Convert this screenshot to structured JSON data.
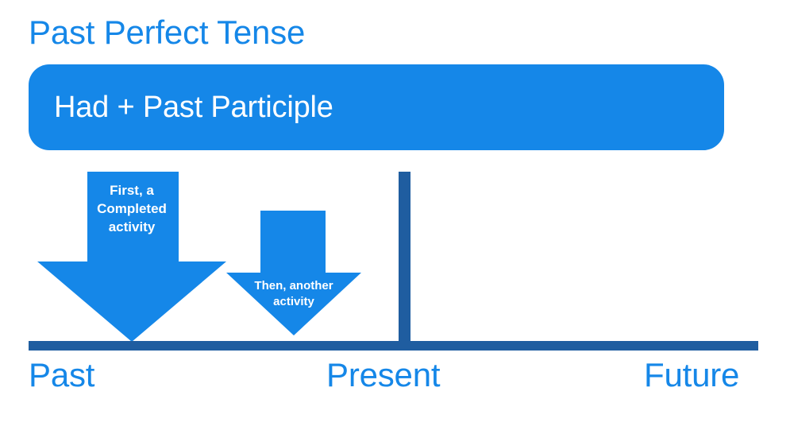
{
  "slide": {
    "title": "Past Perfect Tense",
    "formula": "Had + Past Participle",
    "background_color": "#FFFFFF",
    "accent_color": "#1587E8",
    "timeline_color": "#1F5DA0"
  },
  "arrows": [
    {
      "name": "first-completed-activity",
      "label": "First, a\nCompleted\nactivity",
      "color": "#1587E8"
    },
    {
      "name": "then-another-activity",
      "label": "Then, another\nactivity",
      "color": "#1587E8"
    }
  ],
  "timeline": {
    "marker_label": "present-marker",
    "labels": [
      {
        "name": "past",
        "text": "Past"
      },
      {
        "name": "present",
        "text": "Present"
      },
      {
        "name": "future",
        "text": "Future"
      }
    ]
  }
}
